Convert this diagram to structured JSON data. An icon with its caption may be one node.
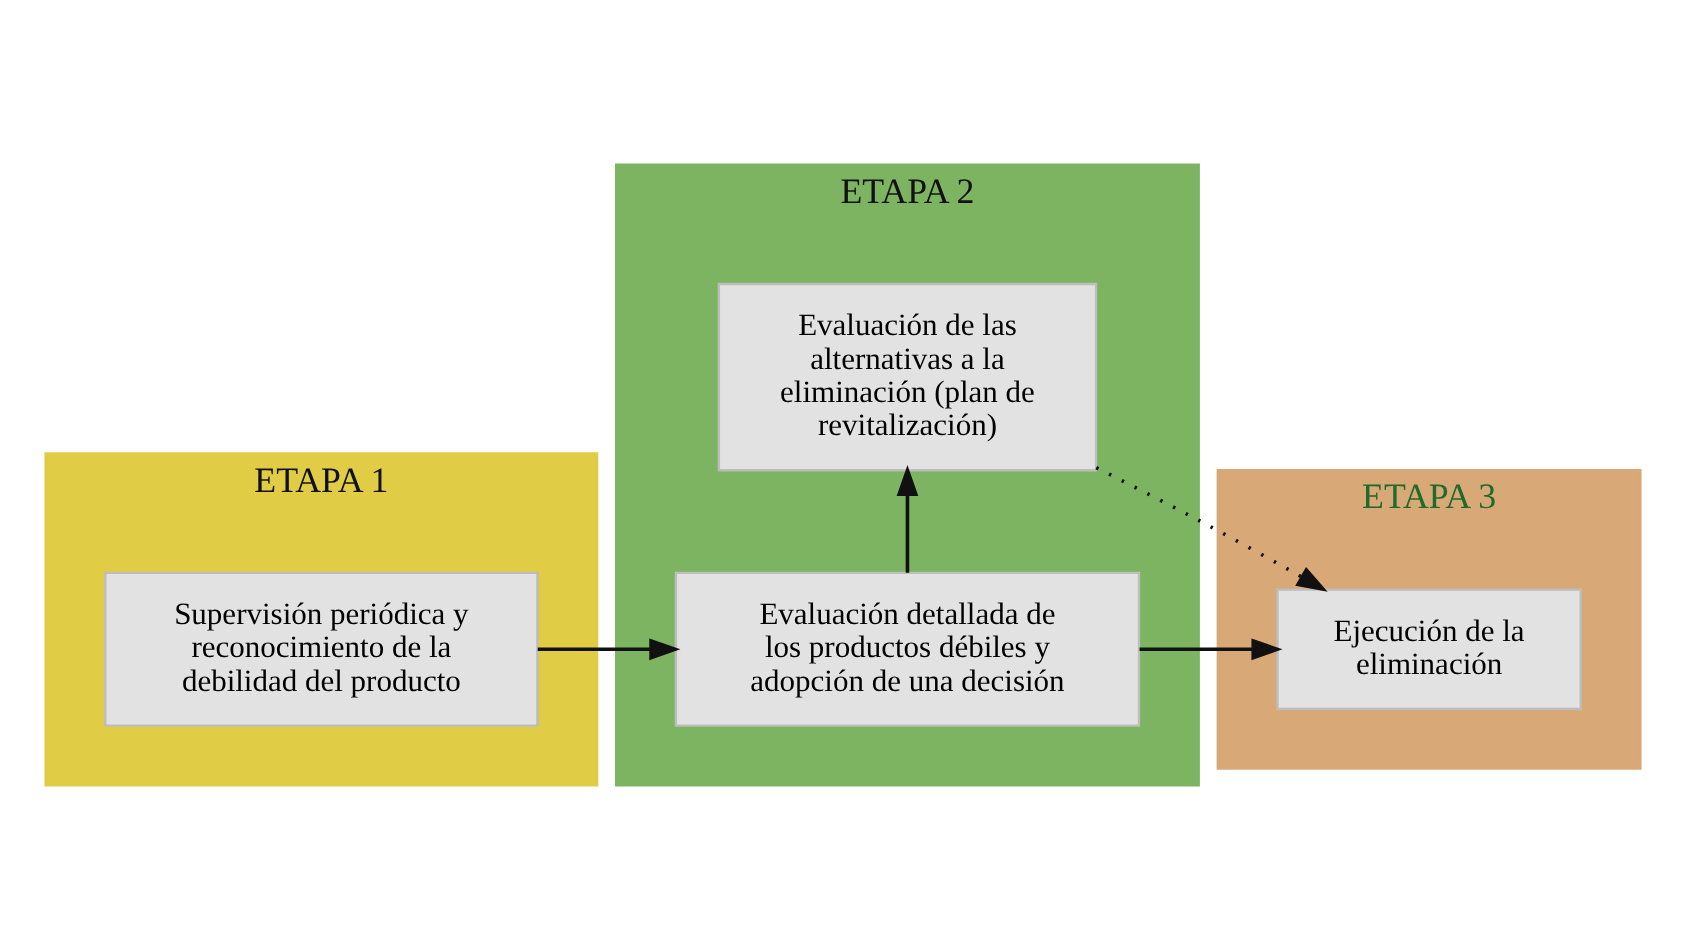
{
  "diagram": {
    "nodes": [
      {
        "text": [
          "ETAPA 1"
        ]
      },
      {
        "text": [
          "Supervisión periódica y reconocimiento de la debilidad del producto"
        ],
        "in": 0
      },
      {
        "text": [
          "ETAPA 2"
        ]
      },
      {
        "text": [
          "Evaluación detallada de los productos débiles y adopción de una decisión"
        ],
        "in": 2
      },
      {
        "text": [
          "Evaluación de las alternativas a la eliminación (plan de revitalización)"
        ],
        "in": 2
      },
      {
        "text": [
          "ETAPA 3"
        ]
      },
      {
        "text": [
          "Ejecución de la eliminación"
        ],
        "in": 5
      }
    ],
    "edges": [
      {
        "from": 1,
        "to": 3,
        "arrow": "to"
      },
      {
        "from": 3,
        "to": 6,
        "arrow": "to"
      },
      {
        "from": 3,
        "to": 4,
        "arrow": "to"
      },
      {
        "from": 4,
        "to": 6,
        "arrow": "to",
        "style": "dashed"
      }
    ]
  }
}
